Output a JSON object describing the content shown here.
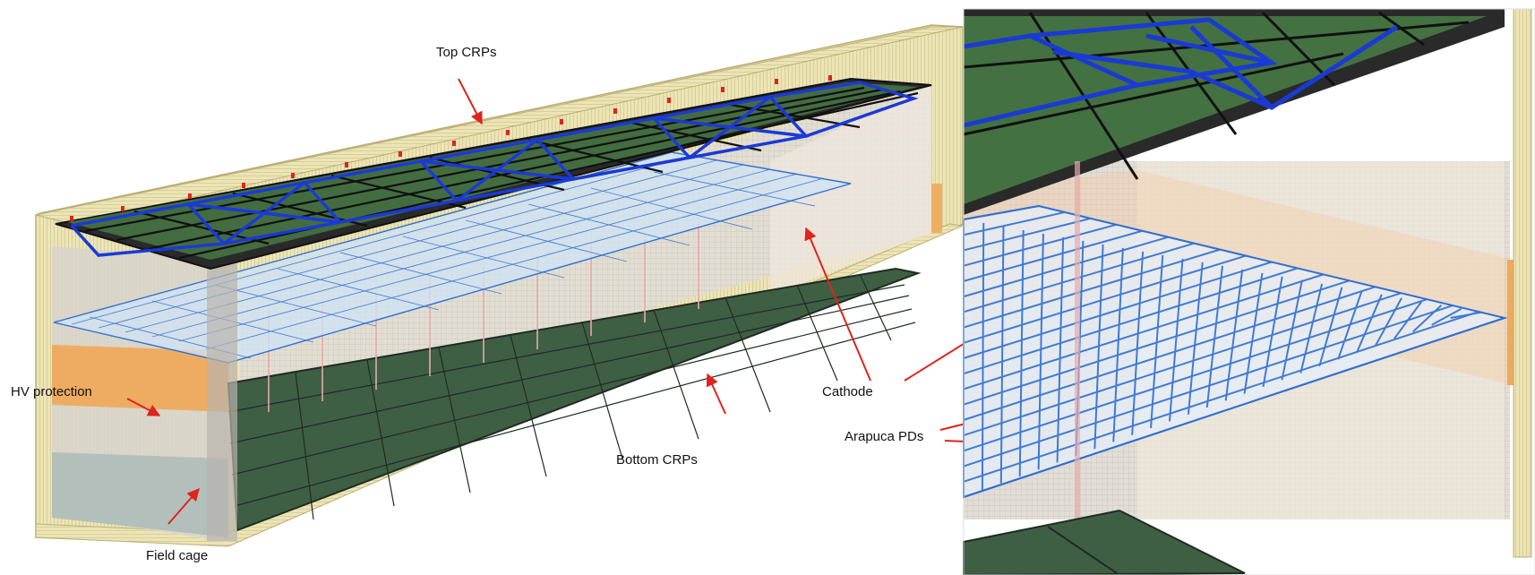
{
  "labels": {
    "top_crps": "Top  CRPs",
    "hv_protection": "HV protection",
    "field_cage": "Field cage",
    "bottom_crps": "Bottom  CRPs",
    "cathode": "Cathode",
    "arapuca_pds": "Arapuca PDs"
  },
  "colors": {
    "frame_outer": "#e9e1ad",
    "frame_stroke": "#b9ae76",
    "wall": "#d2cec8",
    "wall_light": "#ece6dc",
    "hv_band": "#f0a85a",
    "field_cage_floor": "#a9b8b4",
    "bottom_crp": "#3f5f45",
    "bottom_crp_grid": "#1f2b21",
    "top_crp_base": "#2a2a2a",
    "top_crp_green": "#4e8a4a",
    "top_crp_frame": "#1a3ad6",
    "cathode_grid": "#2e6fd0",
    "cathode_fill": "#cfe3f5",
    "arrow": "#e0231b",
    "pink_strip": "#e8a9a9"
  },
  "icons": {
    "arrow_head": "triangle-arrowhead"
  }
}
